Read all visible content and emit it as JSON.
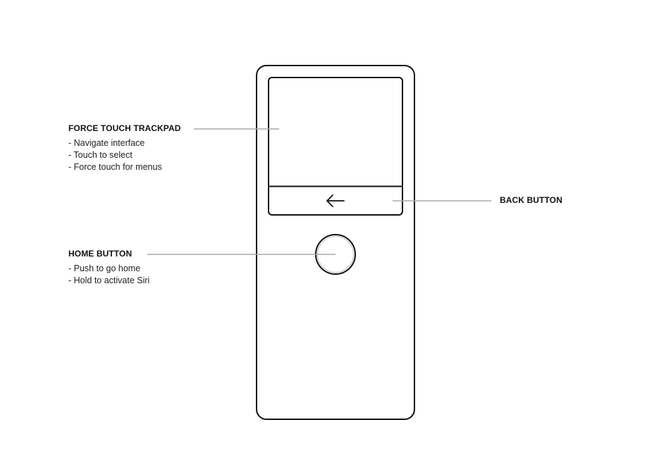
{
  "callouts": {
    "trackpad": {
      "title": "FORCE TOUCH TRACKPAD",
      "items": [
        "- Navigate interface",
        "- Touch to select",
        "- Force touch for menus"
      ]
    },
    "home": {
      "title": "HOME BUTTON",
      "items": [
        "- Push to go home",
        "- Hold to activate Siri"
      ]
    },
    "back": {
      "title": "BACK BUTTON"
    }
  },
  "colors": {
    "outline": "#111111",
    "leader": "#aaaaaa",
    "inner_ring": "#bbbbbb"
  },
  "icons": {
    "back": "arrow-left-icon"
  }
}
